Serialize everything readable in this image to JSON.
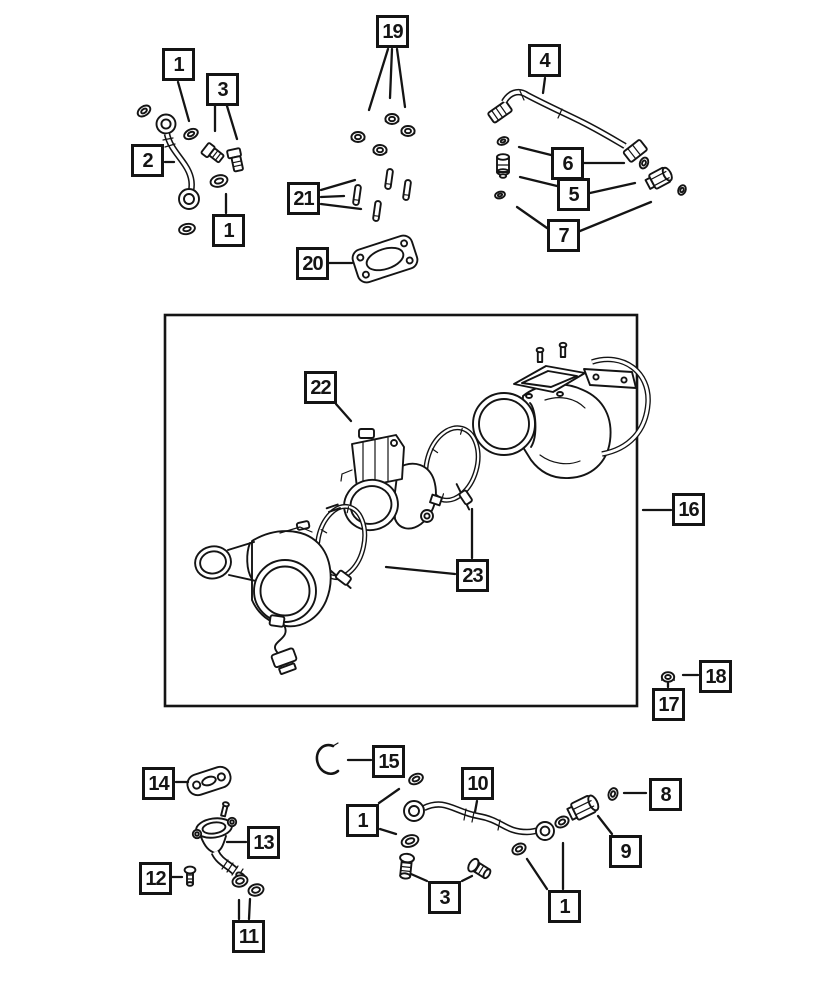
{
  "page": {
    "background": "#ffffff",
    "line_color": "#141414"
  },
  "callouts": {
    "c1_upper_left_a": "1",
    "c3_upper_left": "3",
    "c2_oil_tube": "2",
    "c1_upper_left_b": "1",
    "c19_nuts": "19",
    "c21_studs": "21",
    "c20_gasket": "20",
    "c4_tube": "4",
    "c6_fitting": "6",
    "c5_fitting": "5",
    "c7_seals": "7",
    "c22_actuator": "22",
    "c23_clamps": "23",
    "c16_turbo_assembly": "16",
    "c18_nut": "18",
    "c17_stud": "17",
    "c14_gasket": "14",
    "c15_clamp_ring": "15",
    "c1_bottom_mid": "1",
    "c10_tube": "10",
    "c8_oring": "8",
    "c9_fitting": "9",
    "c1_bottom_right": "1",
    "c13_drain_tube": "13",
    "c12_bolt": "12",
    "c11_orings": "11",
    "c3_bottom": "3"
  }
}
